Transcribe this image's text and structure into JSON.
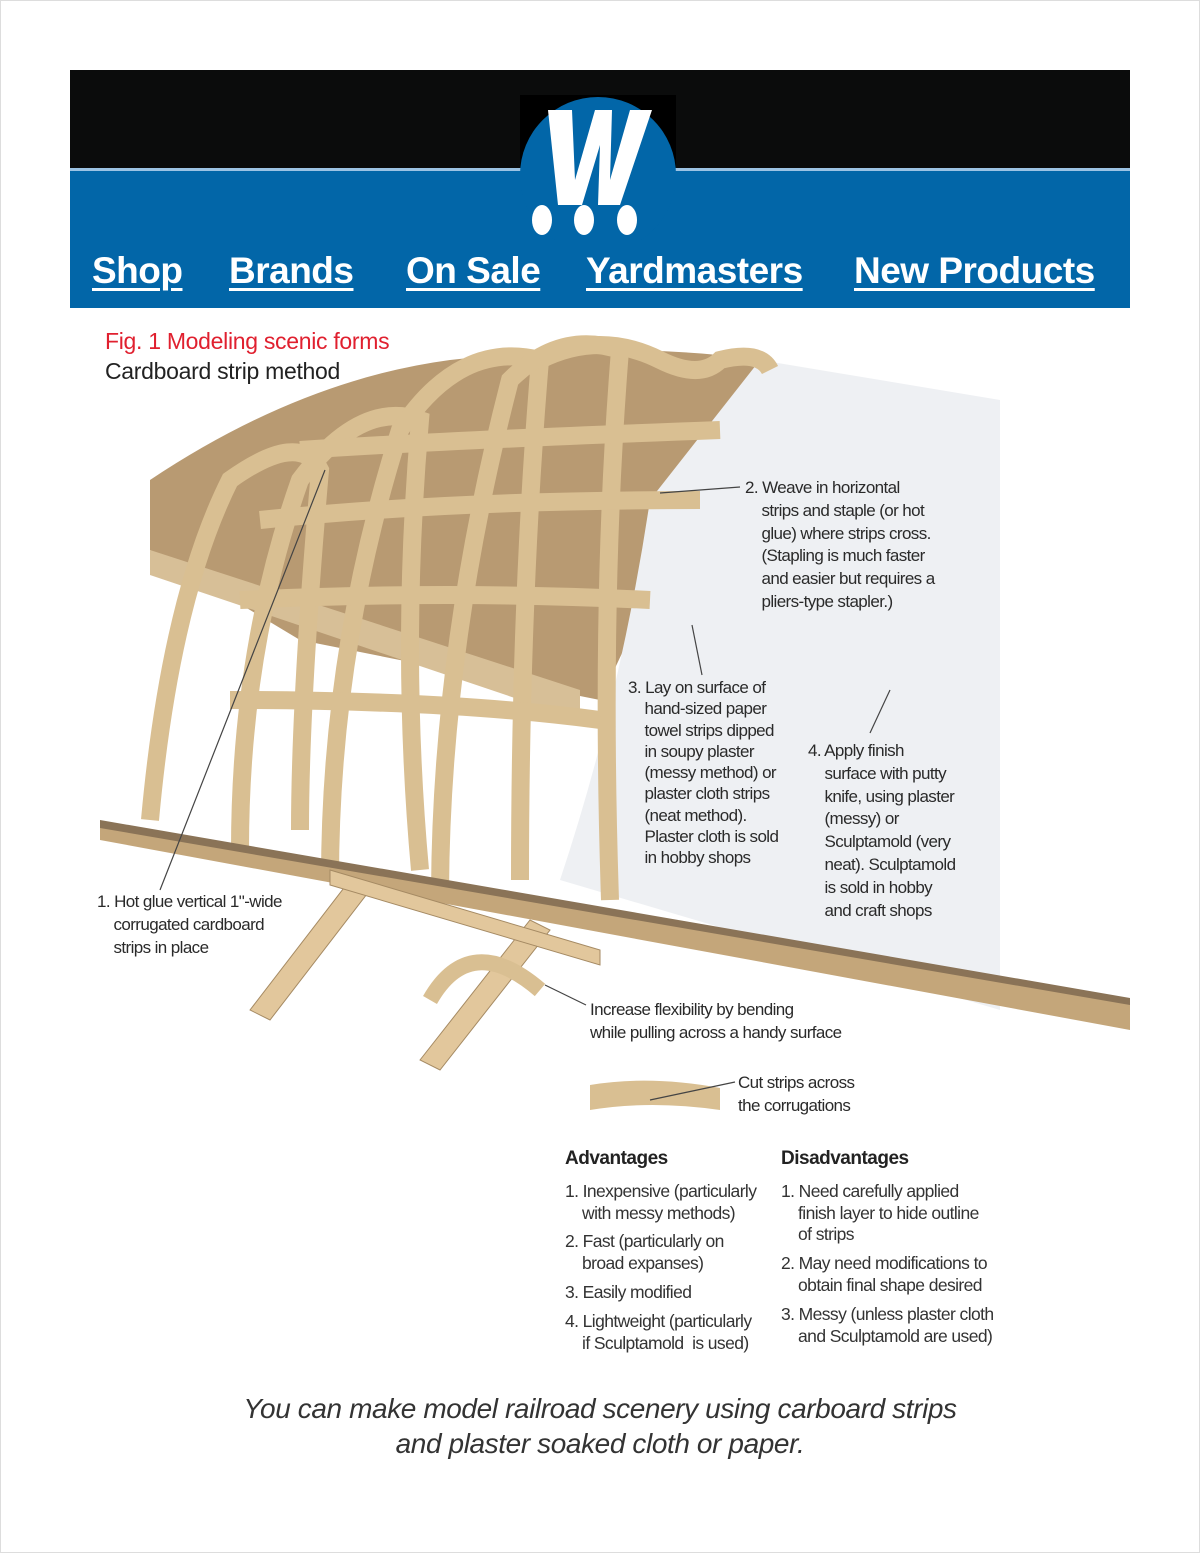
{
  "header": {
    "logo_text": "W",
    "nav": [
      "Shop",
      "Brands",
      "On Sale",
      "Yardmasters",
      "New Products"
    ],
    "colors": {
      "black_band": "#0b0c0c",
      "blue_band": "#0266a8"
    }
  },
  "figure": {
    "title": "Fig. 1 Modeling scenic forms",
    "subtitle": "Cardboard strip method",
    "step1": "1. Hot glue vertical 1\"-wide\n    corrugated cardboard\n    strips in place",
    "step2": "2. Weave in horizontal\n    strips and staple (or hot\n    glue) where strips cross.\n    (Stapling is much faster\n    and easier but requires a\n    pliers-type stapler.)",
    "step3": "3. Lay on surface of\n    hand-sized paper\n    towel strips dipped\n    in soupy plaster\n    (messy method) or\n    plaster cloth strips\n    (neat method).\n    Plaster cloth is sold\n    in hobby shops",
    "step4": "4. Apply finish\n    surface with putty\n    knife, using plaster\n    (messy) or\n    Sculptamold (very\n    neat). Sculptamold\n    is sold in hobby\n    and craft shops",
    "flex_note": "Increase flexibility by bending\nwhile pulling across a handy surface",
    "cut_note": "Cut strips across\nthe corrugations",
    "advantages_title": "Advantages",
    "advantages": [
      "1. Inexpensive (particularly\n    with messy methods)",
      "2. Fast (particularly on\n    broad expanses)",
      "3. Easily modified",
      "4. Lightweight (particularly\n    if Sculptamold  is used)"
    ],
    "disadvantages_title": "Disadvantages",
    "disadvantages": [
      "1. Need carefully applied\n    finish layer to hide outline\n    of strips",
      "2. May need modifications to\n    obtain final shape desired",
      "3. Messy (unless plaster cloth\n    and Sculptamold are used)"
    ]
  },
  "caption": [
    "You can make model railroad scenery using carboard strips",
    "and plaster soaked cloth or paper."
  ]
}
